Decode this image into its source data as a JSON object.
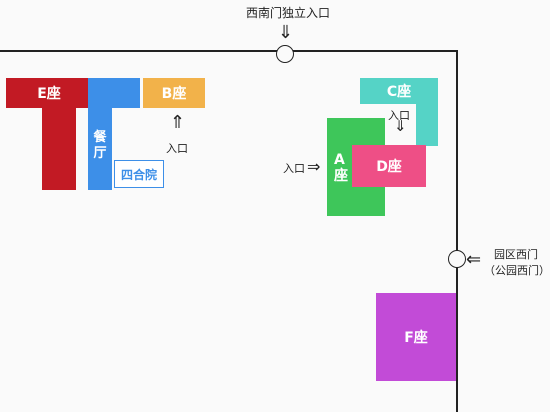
{
  "map": {
    "top_gate": {
      "label": "西南门独立入口",
      "arrow": "⇓"
    },
    "right_gate": {
      "label_line1": "园区西门",
      "label_line2": "（公园西门）",
      "arrow": "⇐"
    },
    "buildings": {
      "e": {
        "label": "E座",
        "color": "#c21a24"
      },
      "canteen": {
        "label": "餐\n厅",
        "color": "#3d8fe8"
      },
      "b": {
        "label": "B座",
        "color": "#f2b24a"
      },
      "siheyuan": {
        "label": "四合院",
        "color": "#3d8fe8"
      },
      "c": {
        "label": "C座",
        "color": "#55d3c6"
      },
      "a": {
        "label": "A\n座",
        "color": "#3ec65a"
      },
      "d": {
        "label": "D座",
        "color": "#ee4f86"
      },
      "f": {
        "label": "F座",
        "color": "#c24bd7"
      }
    },
    "entrances": {
      "b": {
        "label": "入口",
        "arrow": "⇑"
      },
      "a": {
        "label": "入口",
        "arrow": "⇒"
      },
      "d": {
        "label": "入口",
        "arrow": "⇓"
      }
    }
  }
}
